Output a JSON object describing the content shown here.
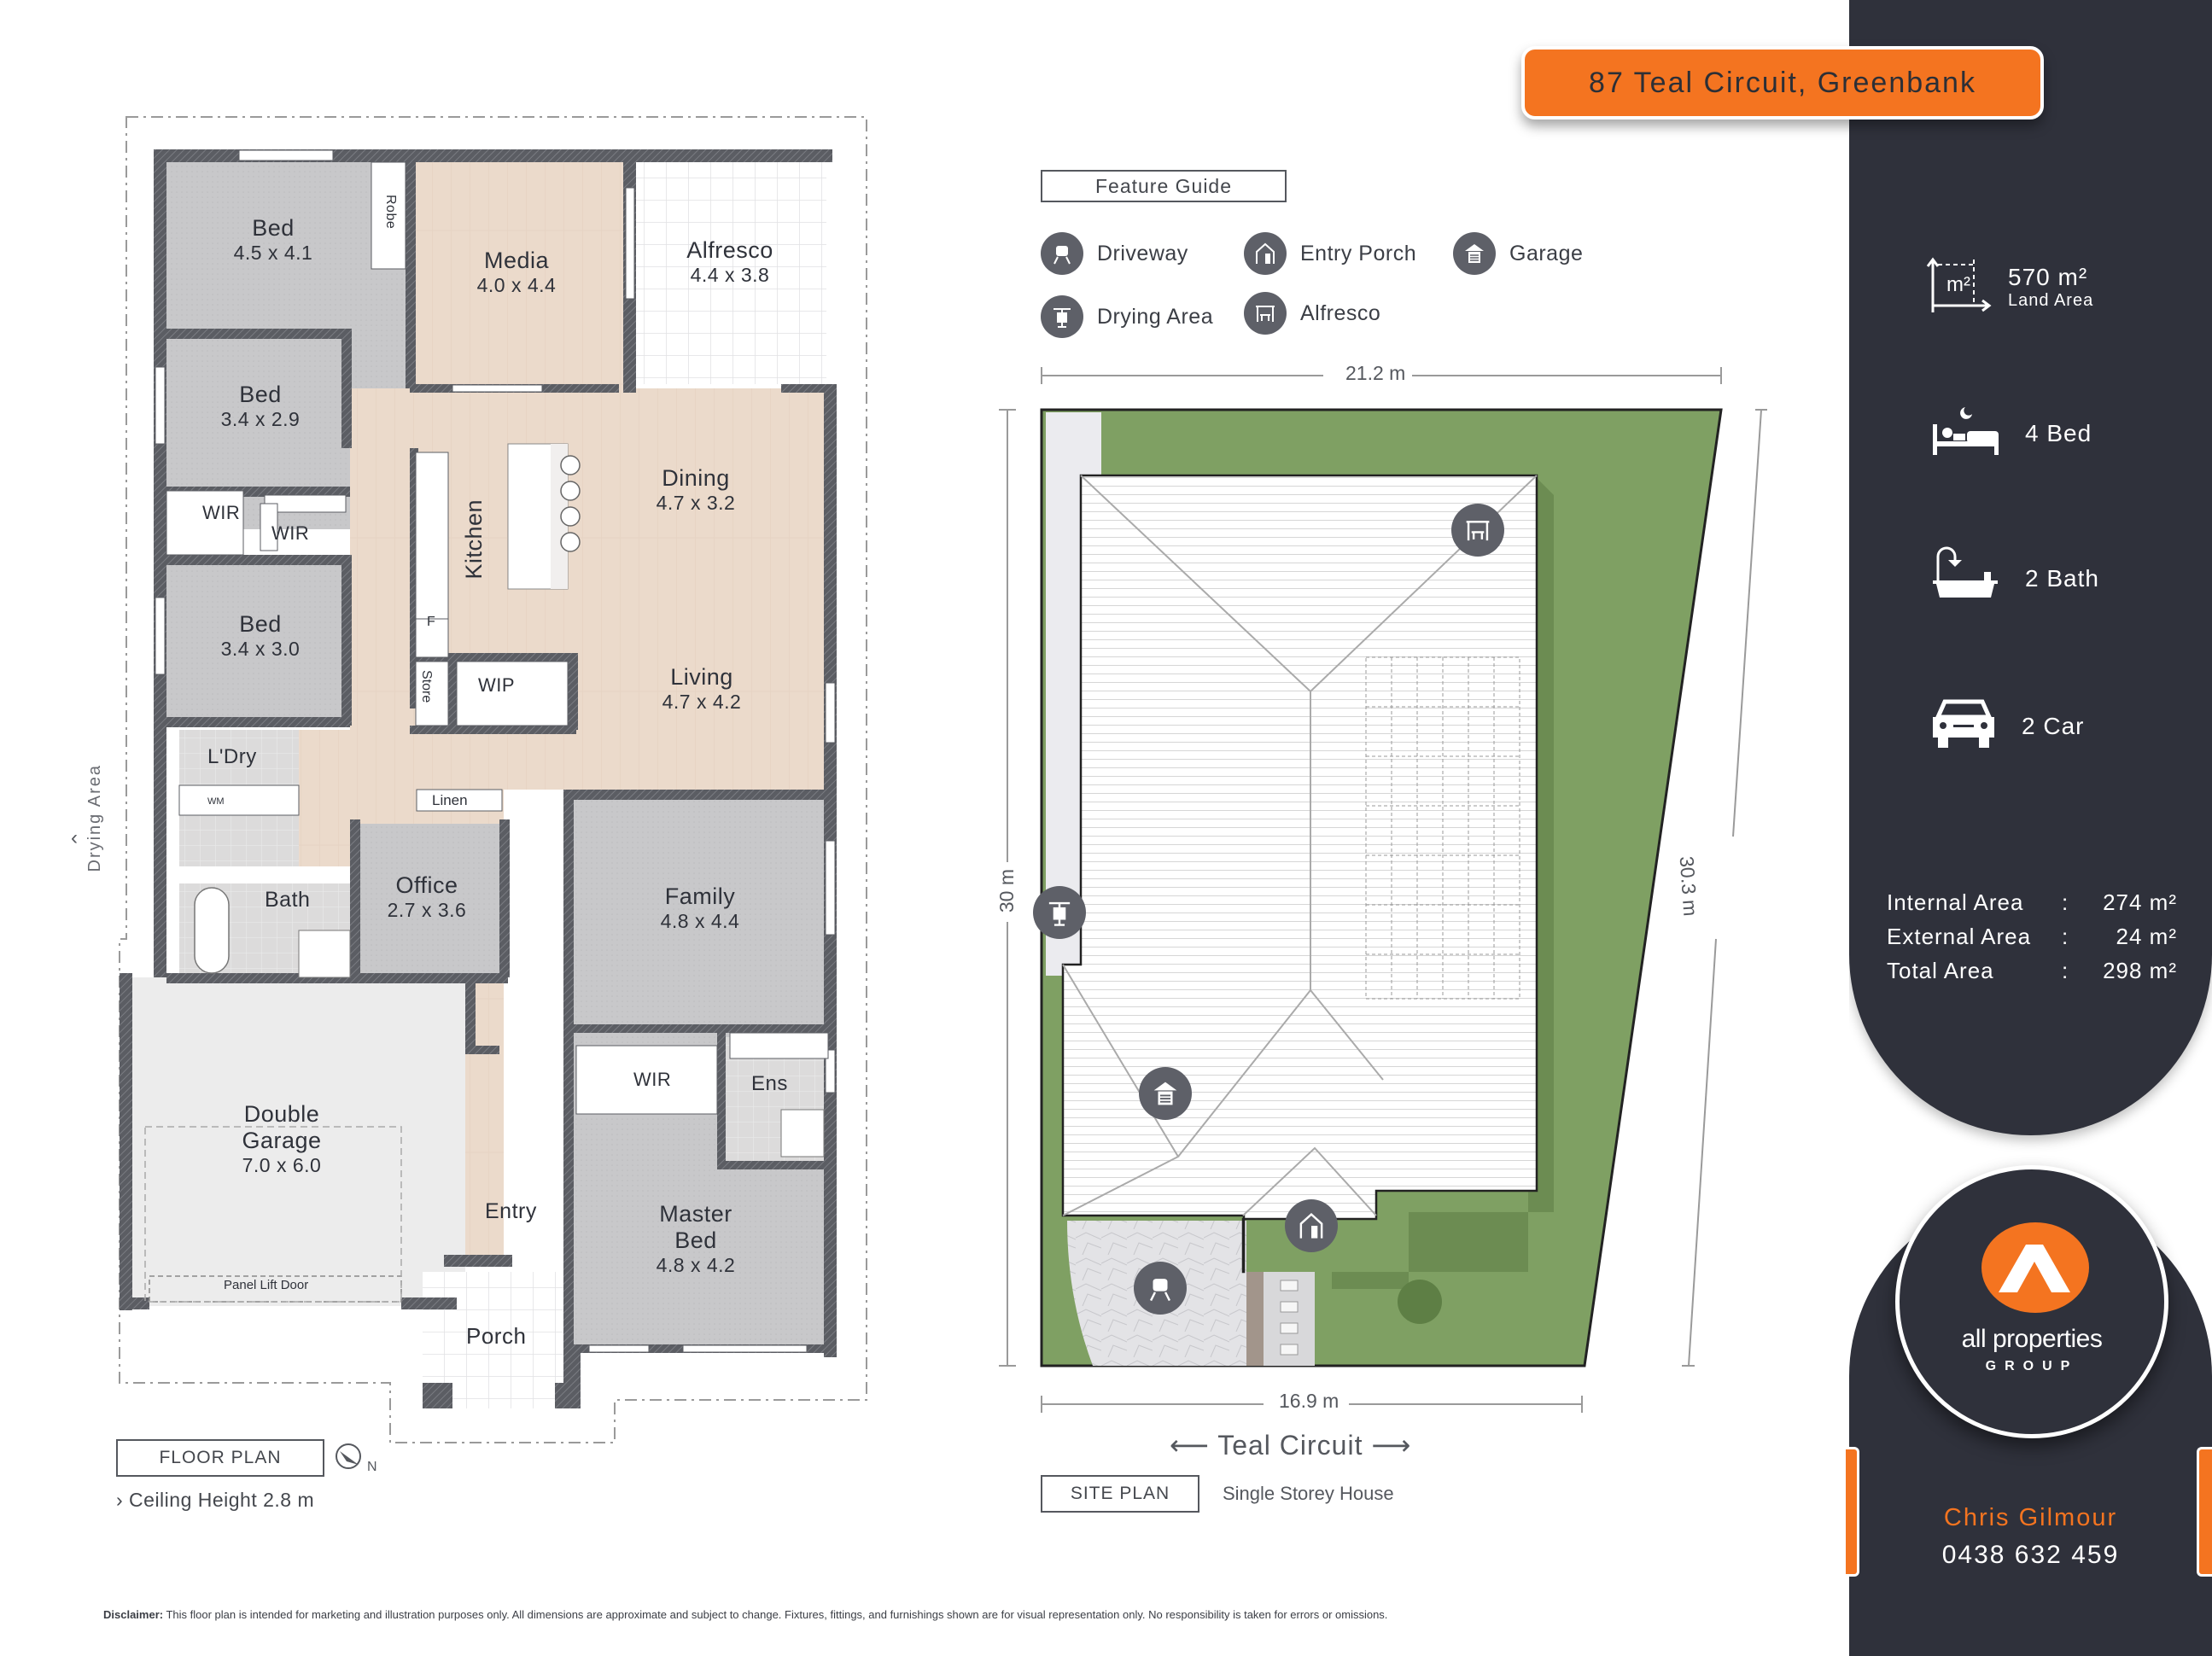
{
  "header": {
    "address": "87 Teal Circuit, Greenbank"
  },
  "floor_plan": {
    "label": "FLOOR PLAN",
    "ceiling_height": "› Ceiling Height 2.8 m",
    "north_label": "N",
    "drying_area_label": "Drying Area",
    "rooms": {
      "bed1": {
        "name": "Bed",
        "dim": "4.5 x 4.1"
      },
      "robe": {
        "name": "Robe"
      },
      "media": {
        "name": "Media",
        "dim": "4.0 x 4.4"
      },
      "alfresco": {
        "name": "Alfresco",
        "dim": "4.4 x 3.8"
      },
      "bed2": {
        "name": "Bed",
        "dim": "3.4 x 2.9"
      },
      "wir1": {
        "name": "WIR"
      },
      "wir2": {
        "name": "WIR"
      },
      "bed3": {
        "name": "Bed",
        "dim": "3.4 x 3.0"
      },
      "kitchen": {
        "name": "Kitchen"
      },
      "fridge": {
        "name": "F"
      },
      "dining": {
        "name": "Dining",
        "dim": "4.7 x 3.2"
      },
      "store": {
        "name": "Store"
      },
      "wip": {
        "name": "WIP"
      },
      "living": {
        "name": "Living",
        "dim": "4.7 x 4.2"
      },
      "laundry": {
        "name": "L'Dry"
      },
      "wm": {
        "name": "WM"
      },
      "linen": {
        "name": "Linen"
      },
      "bath": {
        "name": "Bath"
      },
      "office": {
        "name": "Office",
        "dim": "2.7 x 3.6"
      },
      "family": {
        "name": "Family",
        "dim": "4.8 x 4.4"
      },
      "wir3": {
        "name": "WIR"
      },
      "ens": {
        "name": "Ens"
      },
      "garage": {
        "name": "Double\nGarage",
        "name_line1": "Double",
        "name_line2": "Garage",
        "dim": "7.0 x 6.0"
      },
      "panel_door": {
        "name": "Panel Lift Door"
      },
      "entry": {
        "name": "Entry"
      },
      "master": {
        "name_line1": "Master",
        "name_line2": "Bed",
        "dim": "4.8 x 4.2"
      },
      "porch": {
        "name": "Porch"
      }
    }
  },
  "feature_guide": {
    "title": "Feature Guide",
    "items": [
      {
        "label": "Driveway",
        "icon": "car-icon"
      },
      {
        "label": "Entry Porch",
        "icon": "house-door-icon"
      },
      {
        "label": "Garage",
        "icon": "garage-icon"
      },
      {
        "label": "Drying Area",
        "icon": "clothesline-icon"
      },
      {
        "label": "Alfresco",
        "icon": "pergola-table-icon"
      }
    ]
  },
  "site_plan": {
    "label": "SITE PLAN",
    "type": "Single Storey House",
    "street": "Teal Circuit",
    "dims": {
      "top": "21.2 m",
      "left": "30 m",
      "right": "30.3 m",
      "bottom": "16.9 m"
    }
  },
  "sidebar": {
    "land_area_value": "570 m²",
    "land_area_label": "Land Area",
    "land_icon_text": "m²",
    "beds": "4 Bed",
    "baths": "2 Bath",
    "cars": "2 Car",
    "areas": [
      {
        "label": "Internal Area",
        "sep": ":",
        "value": "274 m²"
      },
      {
        "label": "External Area",
        "sep": ":",
        "value": "24 m²"
      },
      {
        "label": "Total Area",
        "sep": ":",
        "value": "298 m²"
      }
    ],
    "logo": {
      "line1": "all properties",
      "line2": "GROUP"
    },
    "agent": {
      "name": "Chris Gilmour",
      "phone": "0438 632 459"
    }
  },
  "disclaimer": {
    "label": "Disclaimer:",
    "text": " This floor plan is intended for marketing and illustration purposes only. All dimensions are approximate and subject to change. Fixtures, fittings, and furnishings shown are for visual representation only. No responsibility is taken for errors or omissions."
  },
  "colors": {
    "accent": "#f47420",
    "sidebar_bg": "#2f313b",
    "wall": "#5b5d63",
    "timber": "#ead9cb",
    "carpet": "#c9c9cb",
    "lawn": "#7fa063"
  }
}
